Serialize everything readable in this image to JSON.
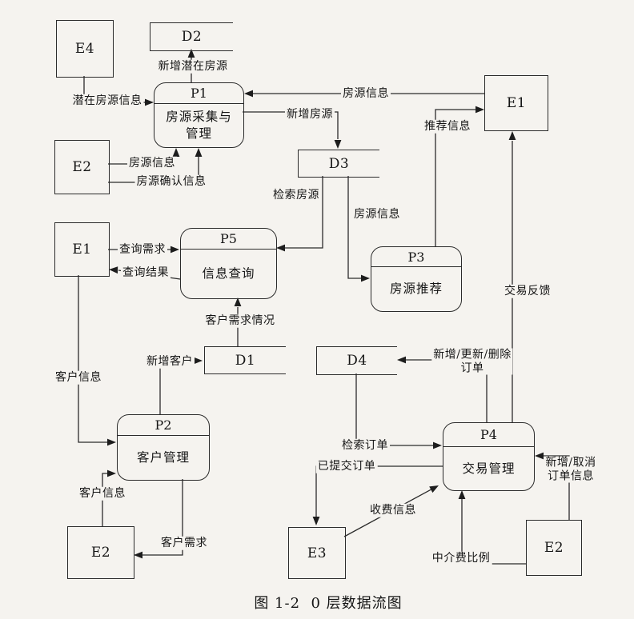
{
  "figure": {
    "caption": "图 1-2  0 层数据流图"
  },
  "entities": {
    "e4": "E4",
    "e2_top": "E2",
    "e1_left": "E1",
    "e1_right": "E1",
    "e2_bottom_left": "E2",
    "e3": "E3",
    "e2_bottom_right": "E2"
  },
  "stores": {
    "d1": "D1",
    "d2": "D2",
    "d3": "D3",
    "d4": "D4"
  },
  "processes": {
    "p1": {
      "id": "P1",
      "name": "房源采集与\n管理"
    },
    "p2": {
      "id": "P2",
      "name": "客户管理"
    },
    "p3": {
      "id": "P3",
      "name": "房源推荐"
    },
    "p4": {
      "id": "P4",
      "name": "交易管理"
    },
    "p5": {
      "id": "P5",
      "name": "信息查询"
    }
  },
  "flows": {
    "e4_to_p1": "潜在房源信息",
    "p1_to_d2": "新增潜在房源",
    "e1_to_p1": "房源信息",
    "p1_to_d3": "新增房源",
    "e2_to_p1_info": "房源信息",
    "e2_to_p1_confirm": "房源确认信息",
    "d3_to_p5": "检索房源",
    "d3_to_p3": "房源信息",
    "p3_to_e1": "推荐信息",
    "e1_to_p5": "查询需求",
    "p5_to_e1": "查询结果",
    "d1_to_p5": "客户需求情况",
    "p2_to_d1": "新增客户",
    "e1_to_p2": "客户信息",
    "e2_to_p2": "客户信息",
    "p2_to_e2": "客户需求",
    "p4_to_d4": "新增/更新/删除\n订单",
    "d4_to_p4": "检索订单",
    "p4_to_e3": "已提交订单",
    "e3_to_p4": "收费信息",
    "e2_to_p4_fee": "中介费比例",
    "e2_to_p4_order": "新增/取消\n订单信息",
    "p4_to_e1": "交易反馈"
  }
}
